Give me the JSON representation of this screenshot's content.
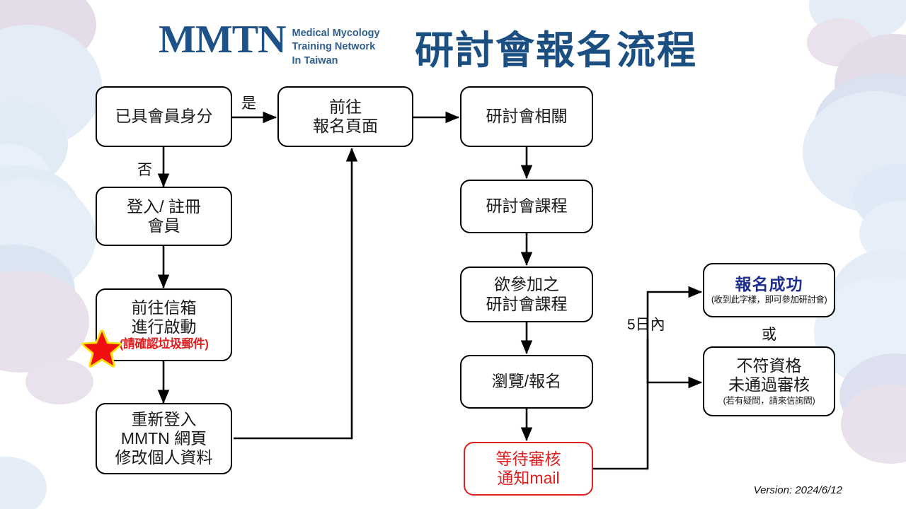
{
  "header": {
    "logo_word": "MMTN",
    "logo_subtitle": "Medical Mycology\nTraining Network\nIn Taiwan",
    "title": "研討會報名流程",
    "brand_color": "#1d5188",
    "title_color": "#1b4f82"
  },
  "footer": {
    "version": "Version: 2024/6/12"
  },
  "flow": {
    "nodes": [
      {
        "id": "member-check",
        "lines": [
          "已具會員身分"
        ]
      },
      {
        "id": "login-register",
        "lines": [
          "登入/ 註冊",
          "會員"
        ]
      },
      {
        "id": "activate-mail",
        "lines": [
          "前往信箱",
          "進行啟動"
        ],
        "alert": "(請確認垃圾郵件)",
        "star": true
      },
      {
        "id": "relogin-edit",
        "lines": [
          "重新登入",
          "MMTN 網頁",
          "修改個人資料"
        ]
      },
      {
        "id": "goto-signup",
        "lines": [
          "前往",
          "報名頁面"
        ]
      },
      {
        "id": "seminar-info",
        "lines": [
          "研討會相關"
        ]
      },
      {
        "id": "seminar-course",
        "lines": [
          "研討會課程"
        ]
      },
      {
        "id": "desired-course",
        "lines": [
          "欲參加之",
          "研討會課程"
        ]
      },
      {
        "id": "browse-signup",
        "lines": [
          "瀏覽/報名"
        ]
      },
      {
        "id": "await-review",
        "lines": [
          "等待審核",
          "通知mail"
        ],
        "color": "#e02020"
      },
      {
        "id": "success",
        "title": "報名成功",
        "subtitle": "(收到此字樣，即可參加研討會)",
        "title_color": "#1f2f8f"
      },
      {
        "id": "rejected",
        "lines": [
          "不符資格",
          "未通過審核"
        ],
        "subtitle": "(若有疑問，請來信詢問)"
      }
    ],
    "edge_labels": {
      "yes": "是",
      "no": "否",
      "within_5_days": "5日內",
      "or": "或"
    }
  }
}
